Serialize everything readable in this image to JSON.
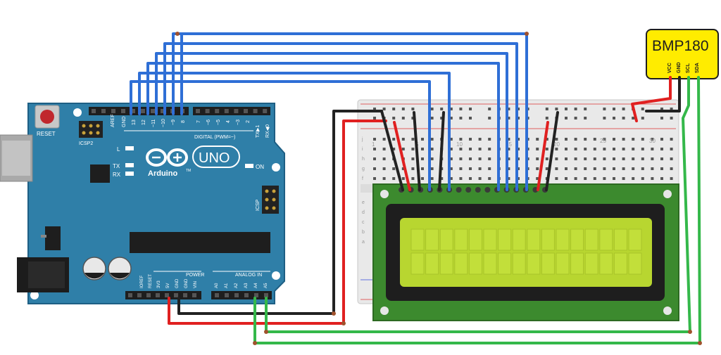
{
  "arduino": {
    "reset_label": "RESET",
    "icsp2_label": "ICSP2",
    "icsp_label": "ICSP",
    "logo_text": "UNO",
    "brand_text": "Arduino",
    "tm_text": "TM",
    "led_l": "L",
    "led_tx": "TX",
    "led_rx": "RX",
    "led_on": "ON",
    "digital_label": "DIGITAL (PWM=~)",
    "aref_label": "AREF",
    "gnd_label": "GND",
    "top_pins": [
      "13",
      "12",
      "~11",
      "~10",
      "~9",
      "8",
      "7",
      "~6",
      "~5",
      "4",
      "~3",
      "2",
      "TX▶1",
      "RX◀0"
    ],
    "power_label": "POWER",
    "analog_label": "ANALOG IN",
    "power_pins": [
      "IOREF",
      "RESET",
      "3V3",
      "5V",
      "GND",
      "GND",
      "VIN"
    ],
    "analog_pins": [
      "A0",
      "A1",
      "A2",
      "A3",
      "A4",
      "A5"
    ]
  },
  "breadboard": {
    "row_letters_top": [
      "j",
      "i",
      "h",
      "g",
      "f"
    ],
    "row_letters_bottom": [
      "e",
      "d",
      "c",
      "b",
      "a"
    ],
    "col_numbers": [
      "1",
      "5",
      "10",
      "15",
      "20",
      "25",
      "30"
    ]
  },
  "sensor": {
    "name": "BMP180",
    "pins": [
      "VCC",
      "GND",
      "SCL",
      "SDA"
    ]
  },
  "colors": {
    "board": "#2f7fa8",
    "board_edge": "#1e5f84",
    "lcd_pcb": "#3c8a2e",
    "lcd_screen": "#b8d630",
    "sensor_body": "#ffec00",
    "wire_blue": "#2f6fd6",
    "wire_red": "#e02020",
    "wire_black": "#222222",
    "wire_green": "#34b84a"
  }
}
